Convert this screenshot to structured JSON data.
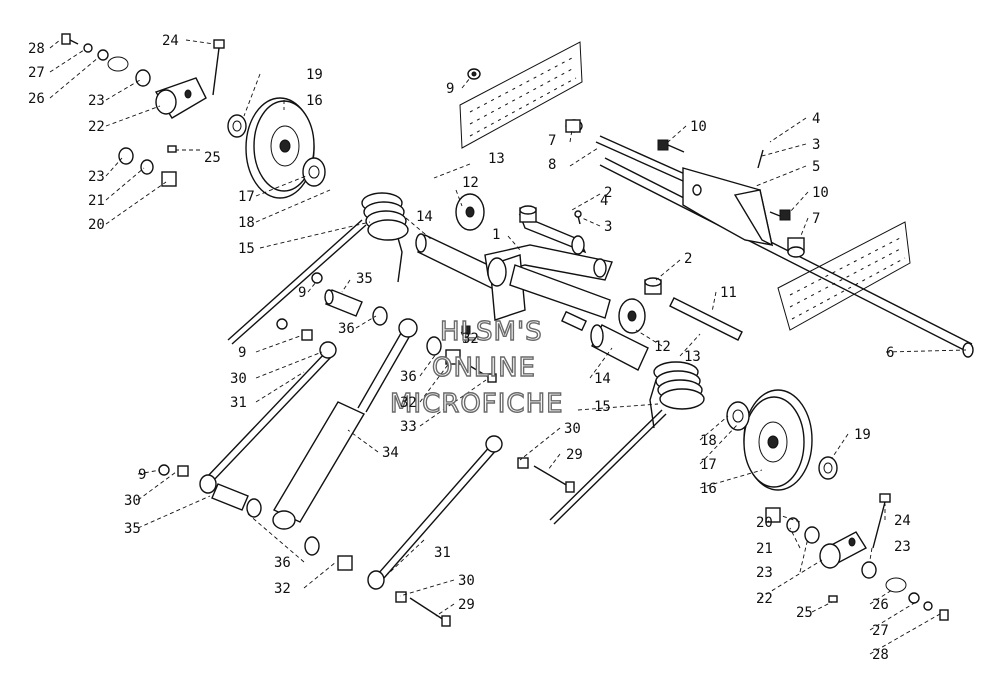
{
  "watermark": {
    "line1": "HLSM'S",
    "line2": "ONLINE",
    "line3": "MICROFICHE"
  },
  "callouts": {
    "c28a": "28",
    "c27a": "27",
    "c26a": "26",
    "c24a": "24",
    "c19a": "19",
    "c16a": "16",
    "c23a": "23",
    "c22a": "22",
    "c25a": "25",
    "c23b": "23",
    "c21a": "21",
    "c20a": "20",
    "c17a": "17",
    "c18a": "18",
    "c15a": "15",
    "c14a": "14",
    "c12a": "12",
    "c13a": "13",
    "c9a": "9",
    "c7a": "7",
    "c8a": "8",
    "c10a": "10",
    "c4a": "4",
    "c3a": "3",
    "c5a": "5",
    "c10b": "10",
    "c7b": "7",
    "c2a": "2",
    "c4b": "4",
    "c3b": "3",
    "c1": "1",
    "c2b": "2",
    "c11": "11",
    "c6": "6",
    "c35a": "35",
    "c9b": "9",
    "c36a": "36",
    "c32a": "32",
    "c12b": "12",
    "c13b": "13",
    "c9c": "9",
    "c30a": "30",
    "c36b": "36",
    "c31a": "31",
    "c32b": "32",
    "c33": "33",
    "c14b": "14",
    "c15b": "15",
    "c34": "34",
    "c30b": "30",
    "c18b": "18",
    "c29a": "29",
    "c17b": "17",
    "c19b": "19",
    "c16b": "16",
    "c9d": "9",
    "c30c": "30",
    "c35b": "35",
    "c20b": "20",
    "c24b": "24",
    "c21b": "21",
    "c23c": "23",
    "c23d": "23",
    "c22b": "22",
    "c36c": "36",
    "c32c": "32",
    "c31b": "31",
    "c25b": "25",
    "c26b": "26",
    "c30d": "30",
    "c29b": "29",
    "c27b": "27",
    "c28b": "28"
  }
}
